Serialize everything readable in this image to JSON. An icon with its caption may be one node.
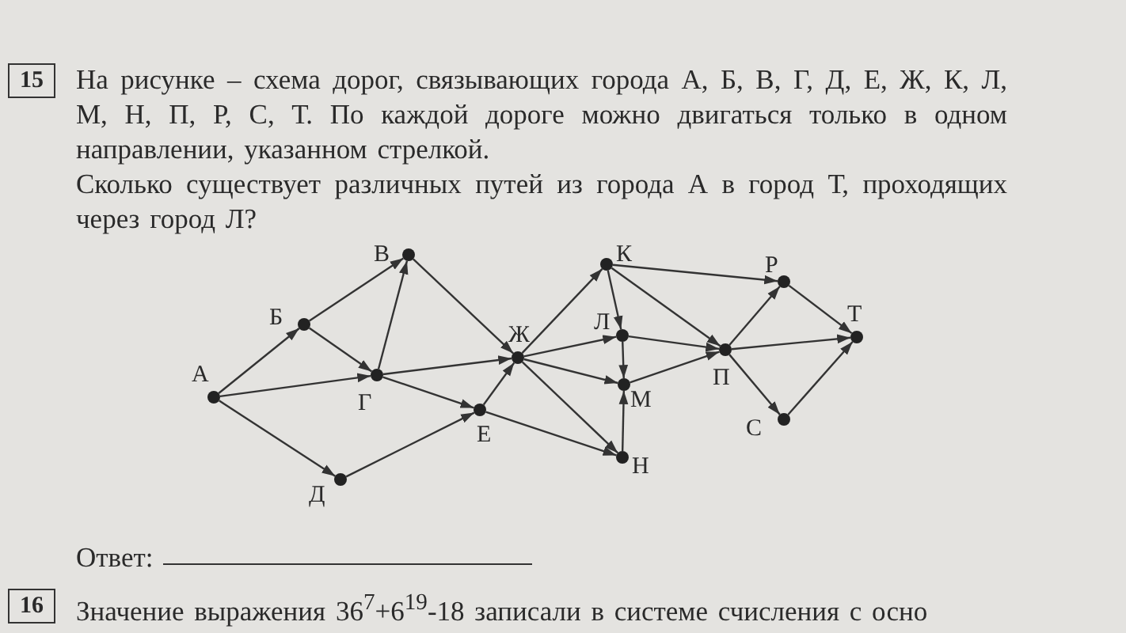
{
  "diagram": {
    "nodes": [
      {
        "text": [
          "А"
        ]
      },
      {
        "text": [
          "Б"
        ]
      },
      {
        "text": [
          "В"
        ]
      },
      {
        "text": [
          "Г"
        ]
      },
      {
        "text": [
          "Д"
        ]
      },
      {
        "text": [
          "Е"
        ]
      },
      {
        "text": [
          "Ж"
        ]
      },
      {
        "text": [
          "К"
        ]
      },
      {
        "text": [
          "Л"
        ]
      },
      {
        "text": [
          "М"
        ]
      },
      {
        "text": [
          "Н"
        ]
      },
      {
        "text": [
          "П"
        ]
      },
      {
        "text": [
          "Р"
        ]
      },
      {
        "text": [
          "С"
        ]
      },
      {
        "text": [
          "Т"
        ]
      }
    ],
    "edges": [
      {
        "from": 0,
        "to": 1,
        "arrow": "to"
      },
      {
        "from": 0,
        "to": 3,
        "arrow": "to"
      },
      {
        "from": 0,
        "to": 4,
        "arrow": "to"
      },
      {
        "from": 1,
        "to": 2,
        "arrow": "to"
      },
      {
        "from": 1,
        "to": 3,
        "arrow": "to"
      },
      {
        "from": 3,
        "to": 2,
        "arrow": "to"
      },
      {
        "from": 3,
        "to": 6,
        "arrow": "to"
      },
      {
        "from": 3,
        "to": 5,
        "arrow": "to"
      },
      {
        "from": 4,
        "to": 5,
        "arrow": "to"
      },
      {
        "from": 2,
        "to": 6,
        "arrow": "to"
      },
      {
        "from": 5,
        "to": 6,
        "arrow": "to"
      },
      {
        "from": 5,
        "to": 10,
        "arrow": "to"
      },
      {
        "from": 6,
        "to": 7,
        "arrow": "to"
      },
      {
        "from": 6,
        "to": 8,
        "arrow": "to"
      },
      {
        "from": 6,
        "to": 9,
        "arrow": "to"
      },
      {
        "from": 6,
        "to": 10,
        "arrow": "to"
      },
      {
        "from": 7,
        "to": 8,
        "arrow": "to"
      },
      {
        "from": 7,
        "to": 11,
        "arrow": "to"
      },
      {
        "from": 7,
        "to": 12,
        "arrow": "to"
      },
      {
        "from": 8,
        "to": 9,
        "arrow": "to"
      },
      {
        "from": 8,
        "to": 11,
        "arrow": "to"
      },
      {
        "from": 10,
        "to": 9,
        "arrow": "to"
      },
      {
        "from": 9,
        "to": 11,
        "arrow": "to"
      },
      {
        "from": 11,
        "to": 12,
        "arrow": "to"
      },
      {
        "from": 11,
        "to": 14,
        "arrow": "to"
      },
      {
        "from": 11,
        "to": 13,
        "arrow": "to"
      },
      {
        "from": 12,
        "to": 14,
        "arrow": "to"
      },
      {
        "from": 13,
        "to": 14,
        "arrow": "to"
      }
    ],
    "labels": [
      "15",
      "На рисунке – схема дорог, связывающих города А, Б, В, Г, Д, Е, Ж, К, Л, М, Н, П, Р, С, Т. По каждой дороге можно двигаться только в одном направлении, указанном стрелкой.",
      "Сколько существует различных путей из города А в город Т, проходящих через город Л?",
      "Ответ:",
      "16",
      "Значение выражения 36$^{7}$+6$^{19}$-18 записали в системе счисления с осно"
    ]
  }
}
